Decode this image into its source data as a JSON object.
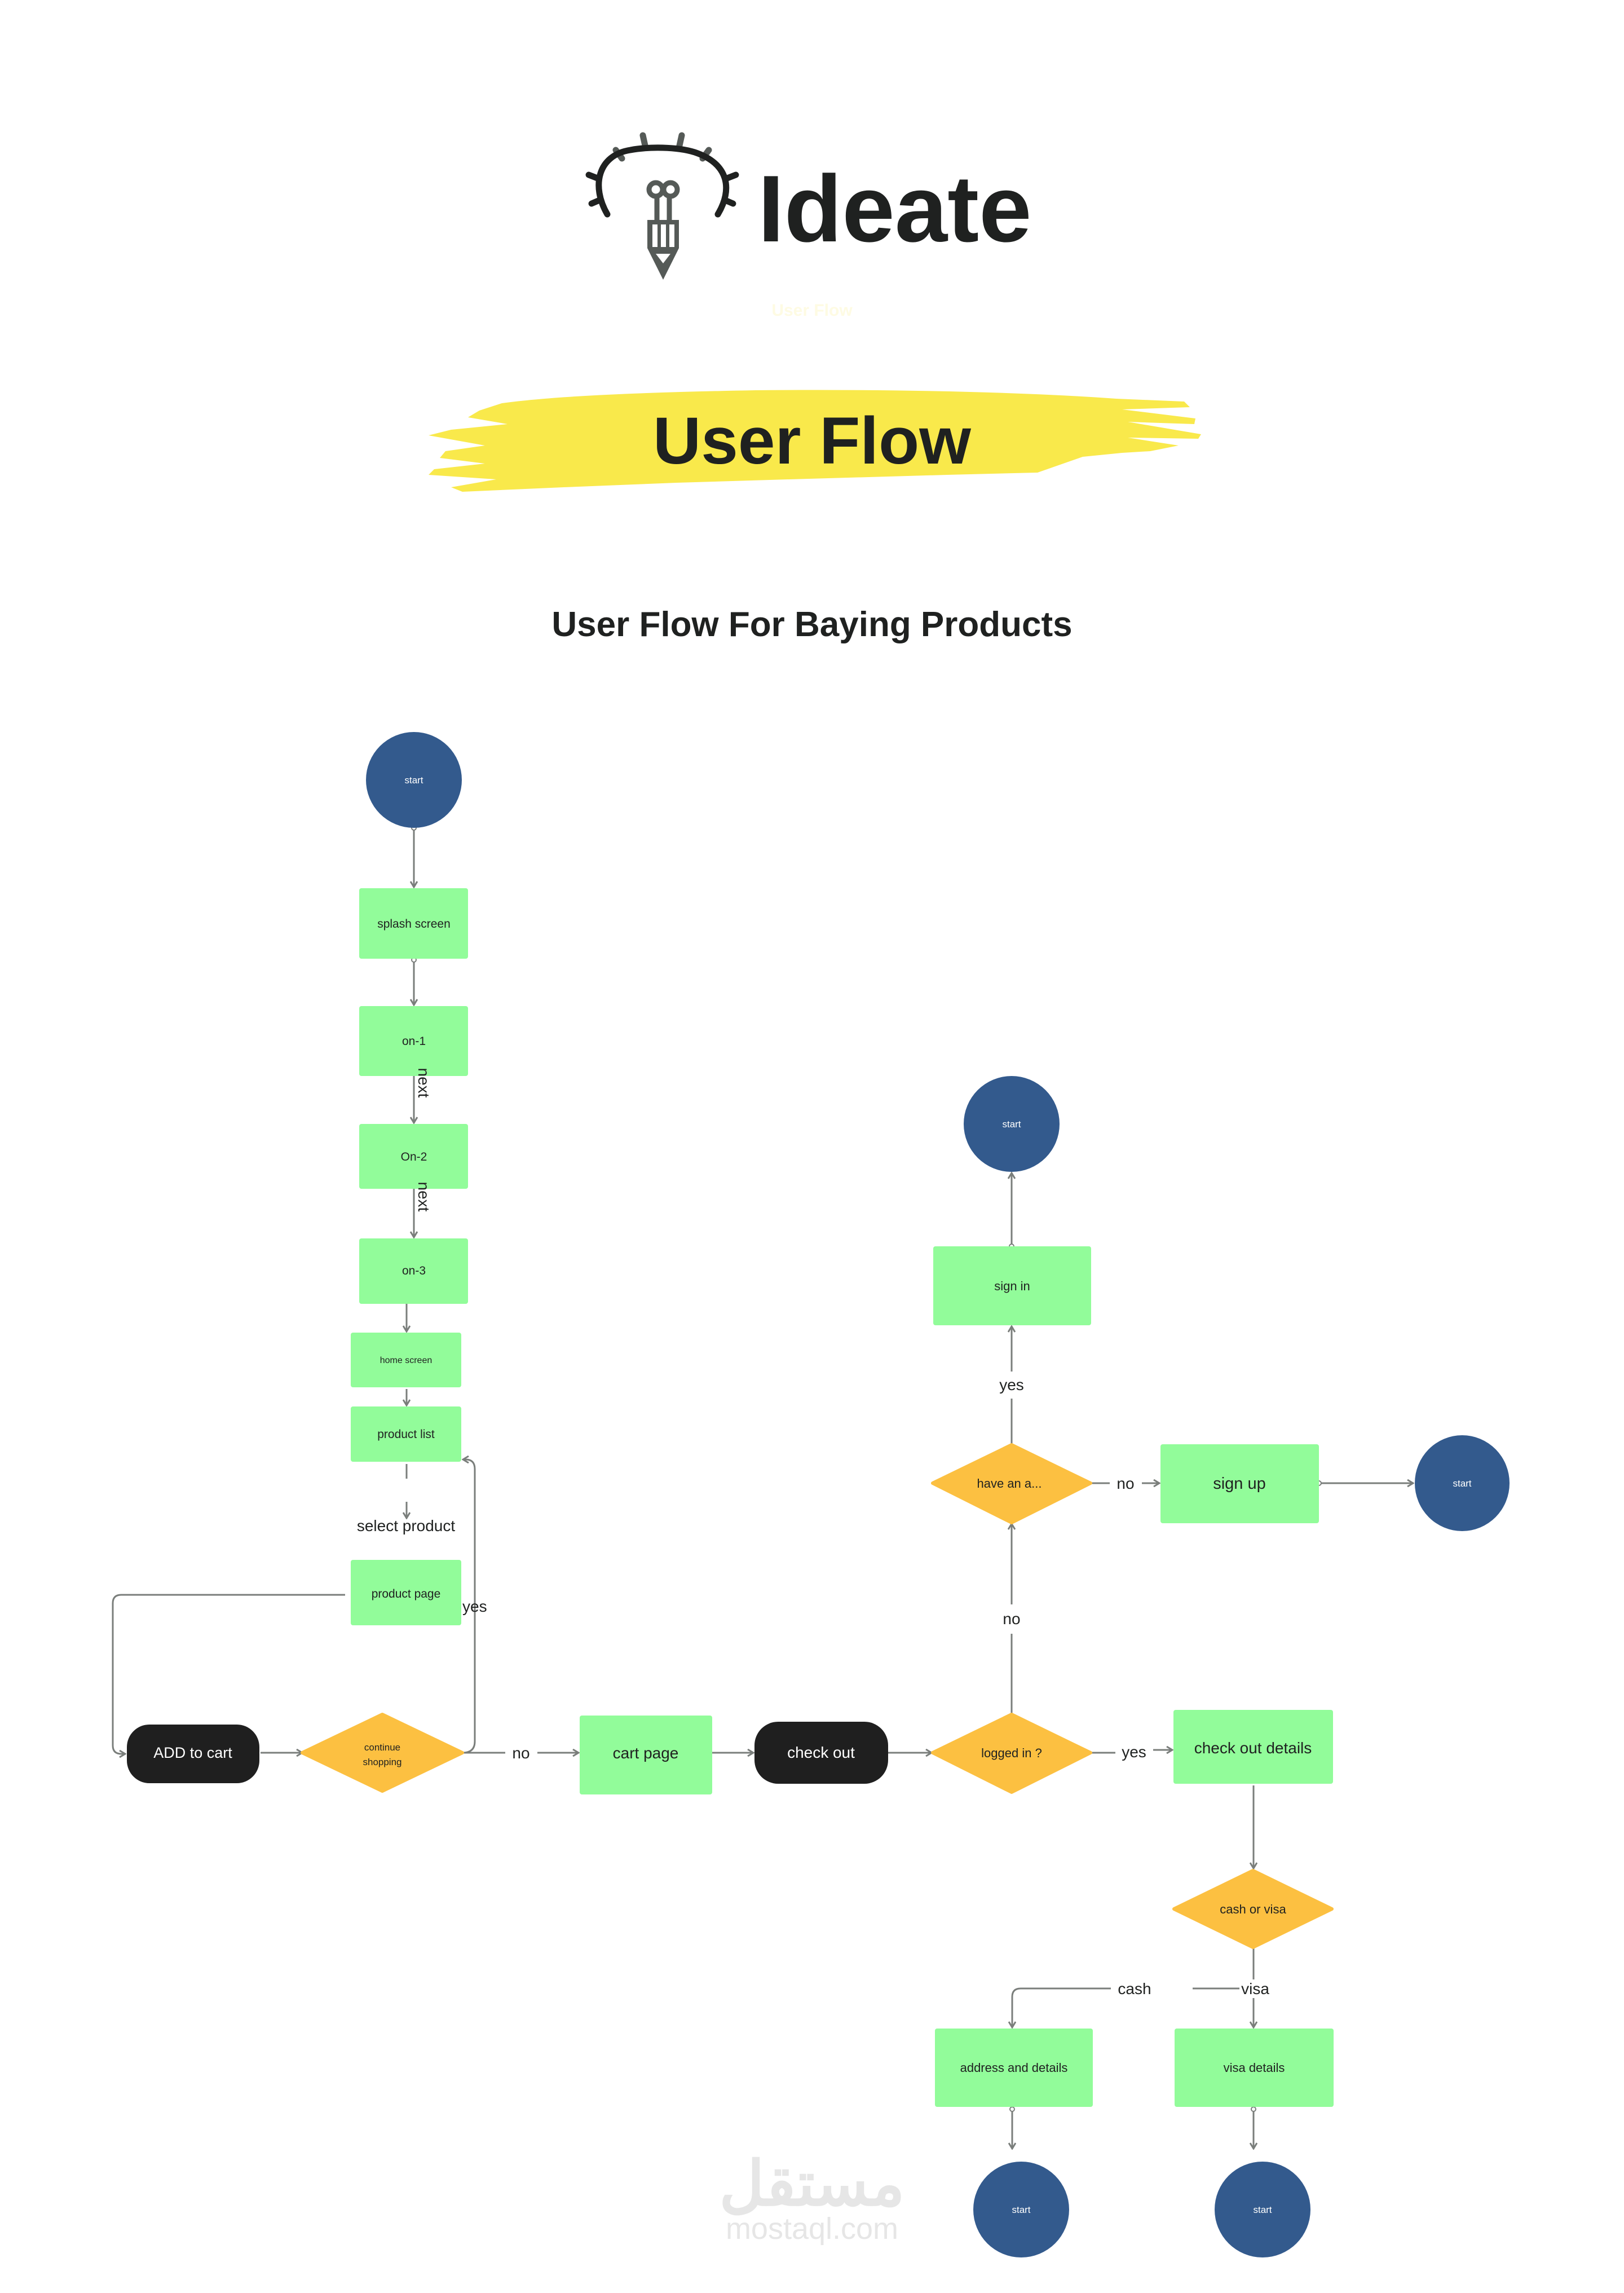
{
  "header": {
    "logo_icon": "lightbulb-pencil-icon",
    "brand": "Ideate",
    "ghost_subtitle": "User Flow"
  },
  "banner": {
    "title": "User Flow",
    "brush_color": "#f9e94b"
  },
  "section_title": "User Flow For Baying Products",
  "colors": {
    "screen": "#92fc9a",
    "decision": "#fcc041",
    "terminal": "#335a8d",
    "action": "#1f1f1f",
    "connector": "#7a7e7b",
    "text": "#1f2120"
  },
  "nodes": {
    "start_main": "start",
    "splash": "splash screen",
    "on1": "on-1",
    "on2": "On-2",
    "on3": "on-3",
    "home": "home screen",
    "product_list": "product list",
    "product_page": "product page",
    "add_to_cart": "ADD to cart",
    "continue_line1": "continue",
    "continue_line2": "shopping",
    "cart_page": "cart page",
    "check_out": "check out",
    "logged_in": "logged in ?",
    "have_account": "have an a...",
    "sign_in": "sign in",
    "start_signin": "start",
    "sign_up": "sign up",
    "start_signup": "start",
    "check_out_details": "check out details",
    "cash_or_visa": "cash or visa",
    "address_details": "address and details",
    "visa_details": "visa details",
    "start_address": "start",
    "start_visa": "start"
  },
  "edge_labels": {
    "next_1": "next",
    "next_2": "next",
    "select_product": "select product",
    "continue_yes": "yes",
    "continue_no": "no",
    "logged_no": "no",
    "have_yes": "yes",
    "have_no": "no",
    "logged_yes": "yes",
    "cash": "cash",
    "visa": "visa"
  },
  "watermark": {
    "arabic": "مستقل",
    "latin": "mostaql.com"
  }
}
